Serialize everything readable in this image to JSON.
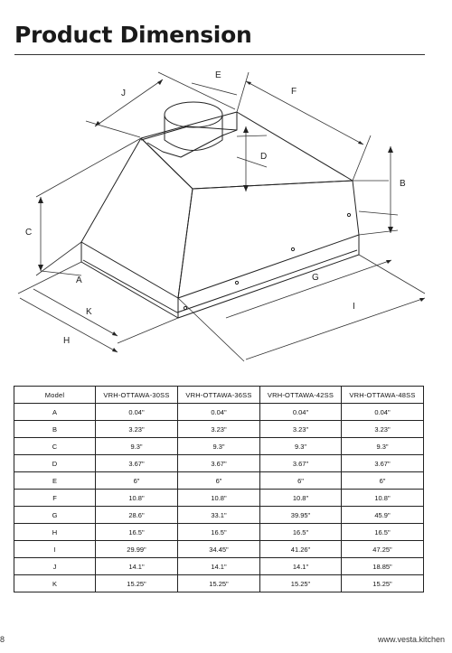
{
  "title": "Product Dimension",
  "diagram": {
    "labels": {
      "A": "A",
      "B": "B",
      "C": "C",
      "D": "D",
      "E": "E",
      "F": "F",
      "G": "G",
      "H": "H",
      "I": "I",
      "J": "J",
      "K": "K"
    }
  },
  "table": {
    "headers": [
      "Model",
      "VRH-OTTAWA-30SS",
      "VRH-OTTAWA-36SS",
      "VRH-OTTAWA-42SS",
      "VRH-OTTAWA-48SS"
    ],
    "rows": [
      [
        "A",
        "0.04\"",
        "0.04\"",
        "0.04\"",
        "0.04\""
      ],
      [
        "B",
        "3.23\"",
        "3.23\"",
        "3.23\"",
        "3.23\""
      ],
      [
        "C",
        "9.3\"",
        "9.3\"",
        "9.3\"",
        "9.3\""
      ],
      [
        "D",
        "3.67\"",
        "3.67\"",
        "3.67\"",
        "3.67\""
      ],
      [
        "E",
        "6\"",
        "6\"",
        "6\"",
        "6\""
      ],
      [
        "F",
        "10.8\"",
        "10.8\"",
        "10.8\"",
        "10.8\""
      ],
      [
        "G",
        "28.6\"",
        "33.1\"",
        "39.95\"",
        "45.9\""
      ],
      [
        "H",
        "16.5\"",
        "16.5\"",
        "16.5\"",
        "16.5\""
      ],
      [
        "I",
        "29.99\"",
        "34.45\"",
        "41.26\"",
        "47.25\""
      ],
      [
        "J",
        "14.1\"",
        "14.1\"",
        "14.1\"",
        "18.85\""
      ],
      [
        "K",
        "15.25\"",
        "15.25\"",
        "15.25\"",
        "15.25\""
      ]
    ]
  },
  "footer": {
    "page_number": "8",
    "website": "www.vesta.kitchen"
  }
}
